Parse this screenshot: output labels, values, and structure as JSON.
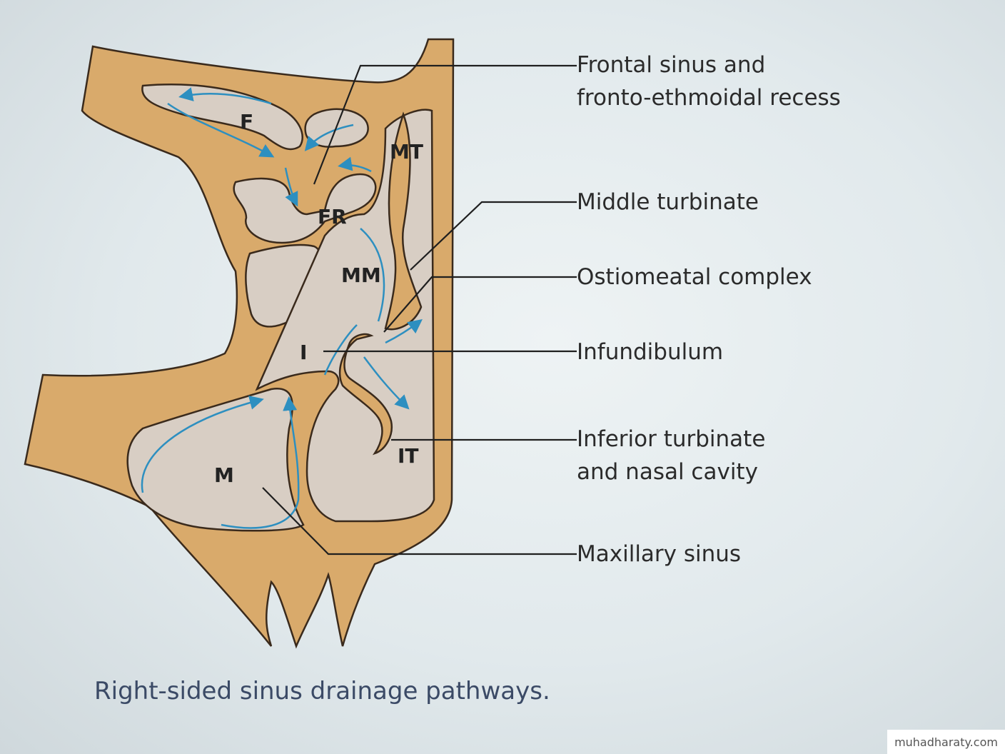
{
  "regions": {
    "frontal": "F",
    "frontal_recess": "FR",
    "middle_turbinate": "MT",
    "middle_meatus": "MM",
    "infundibulum": "I",
    "maxillary": "M",
    "inferior_turbinate": "IT"
  },
  "callouts": {
    "frontal_sinus": "Frontal sinus and\nfronto-ethmoidal recess",
    "middle_turbinate": "Middle turbinate",
    "ostiomeatal_complex": "Ostiomeatal complex",
    "infundibulum": "Infundibulum",
    "inferior_turbinate": "Inferior turbinate\nand nasal cavity",
    "maxillary_sinus": "Maxillary sinus"
  },
  "caption": "Right-sided sinus drainage pathways.",
  "watermark": "muhadharaty.com",
  "colors": {
    "bone": "#d9aa6b",
    "cavity": "#d8cec4",
    "outline": "#3a2a1c",
    "arrow": "#2d8fc0"
  }
}
